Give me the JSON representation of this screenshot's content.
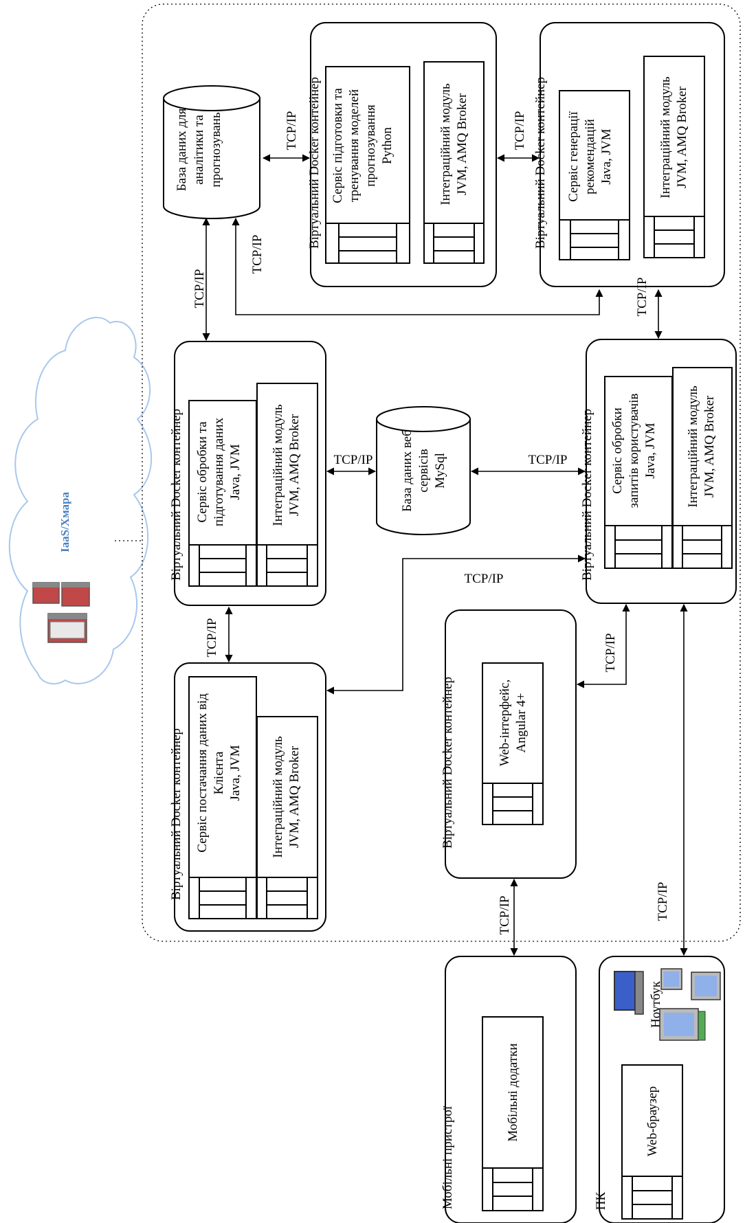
{
  "cloud": {
    "label": "IaaS/Хмара",
    "color": "#a8c8ec"
  },
  "containers": {
    "analytics_db": {
      "lines": [
        "База даних для",
        "аналітики та",
        "прогнозувань"
      ]
    },
    "ml_service": {
      "title": "Віртуальний Docker контейнер",
      "service_lines": [
        "Сервіс підготовки та",
        "тренування моделей",
        "прогнозування",
        "Python"
      ],
      "module_lines": [
        "Інтеграційний модуль",
        "JVM, AMQ Broker"
      ]
    },
    "recommend_service": {
      "title": "Віртуальний Docker контейнер",
      "service_lines": [
        "Сервіс генерації",
        "рекомендацій",
        "Java, JVM"
      ],
      "module_lines": [
        "Інтеграційний модуль",
        "JVM, AMQ Broker"
      ]
    },
    "processing_service": {
      "title": "Віртуальний Docker контейнер",
      "service_lines": [
        "Сервіс обробки та",
        "підготування даних",
        "Java, JVM"
      ],
      "module_lines": [
        "Інтеграційний модуль",
        "JVM, AMQ Broker"
      ]
    },
    "web_db": {
      "lines": [
        "База даних веб",
        "сервісів",
        "MySql"
      ]
    },
    "user_service": {
      "title": "Віртуальний Docker контейнер",
      "service_lines": [
        "Сервіс обробки",
        "запитів користувачів",
        "Java, JVM"
      ],
      "module_lines": [
        "Інтеграційний модуль",
        "JVM, AMQ Broker"
      ]
    },
    "supply_service": {
      "title": "Віртуальний Docker контейнер",
      "service_lines": [
        "Сервіс постачання даних від",
        "Клієнта",
        "Java, JVM"
      ],
      "module_lines": [
        "Інтеграційний модуль",
        "JVM, AMQ Broker"
      ]
    },
    "web_ui": {
      "title": "Віртуальний Docker контейнер",
      "service_lines": [
        "Web-інтерфейс,",
        "Angular 4+"
      ]
    },
    "mobile": {
      "title": "Мобільні пристрої",
      "service_lines": [
        "Мобільні додатки"
      ]
    },
    "pc": {
      "title": "ПК",
      "service_lines": [
        "Web-браузер"
      ],
      "device_label": "Ноутбук"
    }
  },
  "connections": {
    "protocol": "TCP/IP"
  }
}
